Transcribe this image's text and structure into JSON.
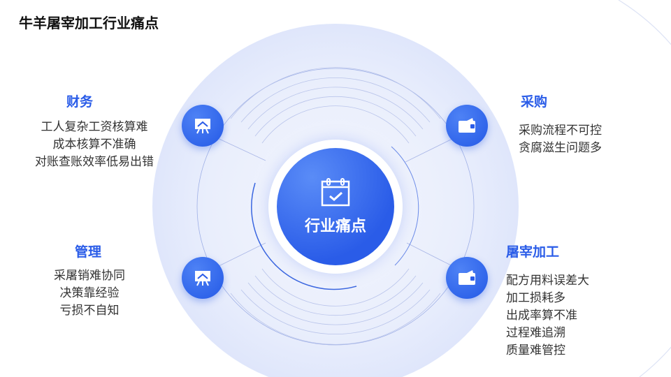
{
  "title": "牛羊屠宰加工行业痛点",
  "center": {
    "label": "行业痛点",
    "icon": "calendar-check-icon"
  },
  "colors": {
    "accent": "#2a5ce8",
    "background_circle": "#e8edfc"
  },
  "sections": [
    {
      "title": "财务",
      "icon": "presentation-board-icon",
      "items": [
        "工人复杂工资核算难",
        "成本核算不准确",
        "对账查账效率低易出错"
      ]
    },
    {
      "title": "管理",
      "icon": "presentation-board-icon",
      "items": [
        "采屠销难协同",
        "决策靠经验",
        "亏损不自知"
      ]
    },
    {
      "title": "采购",
      "icon": "wallet-icon",
      "items": [
        "采购流程不可控",
        "贪腐滋生问题多"
      ]
    },
    {
      "title": "屠宰加工",
      "icon": "wallet-icon",
      "items": [
        "配方用料误差大",
        "加工损耗多",
        "出成率算不准",
        "过程难追溯",
        "质量难管控"
      ]
    }
  ]
}
